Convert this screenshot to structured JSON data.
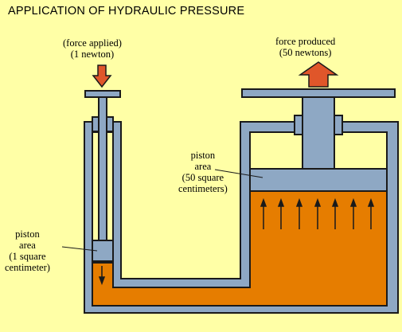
{
  "title": "APPLICATION OF HYDRAULIC PRESSURE",
  "colors": {
    "background": "#ffffa6",
    "fluid": "#e67d00",
    "metal": "#8ea8c4",
    "outline": "#1a1a1a",
    "force_arrow": "#e0562a"
  },
  "labels": {
    "force_applied_line1": "(force applied)",
    "force_applied_line2": "(1 newton)",
    "force_produced_line1": "force produced",
    "force_produced_line2": "(50 newtons)",
    "large_piston_line1": "piston",
    "large_piston_line2": "area",
    "large_piston_line3": "(50 square",
    "large_piston_line4": "centimeters)",
    "small_piston_line1": "piston",
    "small_piston_line2": "area",
    "small_piston_line3": "(1 square",
    "small_piston_line4": "centimeter)"
  }
}
